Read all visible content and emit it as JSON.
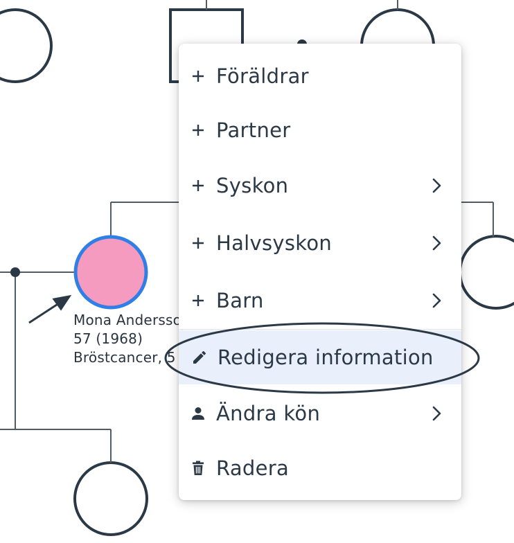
{
  "person": {
    "name": "Mona Andersson",
    "age_line": "57 (1968)",
    "condition_line": "Bröstcancer, 5",
    "fill_color": "#f59bc0",
    "selection_color": "#2f7fe6"
  },
  "menu": {
    "items": [
      {
        "id": "parents",
        "icon": "plus-icon",
        "label": "Föräldrar",
        "has_submenu": false
      },
      {
        "id": "partner",
        "icon": "plus-icon",
        "label": "Partner",
        "has_submenu": false
      },
      {
        "id": "siblings",
        "icon": "plus-icon",
        "label": "Syskon",
        "has_submenu": true
      },
      {
        "id": "half-siblings",
        "icon": "plus-icon",
        "label": "Halvsyskon",
        "has_submenu": true
      },
      {
        "id": "children",
        "icon": "plus-icon",
        "label": "Barn",
        "has_submenu": true
      },
      {
        "id": "edit-info",
        "icon": "pencil-icon",
        "label": "Redigera information",
        "has_submenu": false,
        "highlighted": true
      },
      {
        "id": "change-sex",
        "icon": "person-icon",
        "label": "Ändra kön",
        "has_submenu": true
      },
      {
        "id": "delete",
        "icon": "trash-icon",
        "label": "Radera",
        "has_submenu": false
      }
    ]
  },
  "colors": {
    "line": "#2b3947",
    "menu_text": "#2b3947",
    "highlight_bg": "#e9f0fb"
  }
}
